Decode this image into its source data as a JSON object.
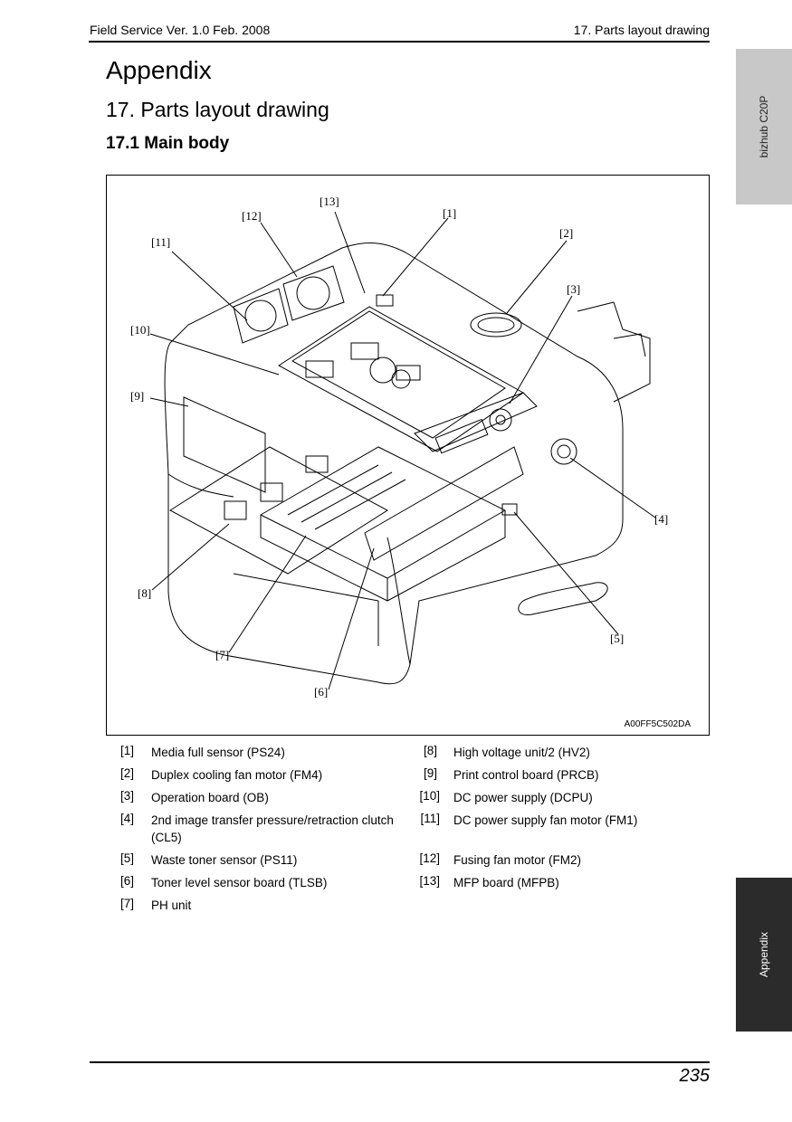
{
  "header": {
    "left": "Field Service Ver. 1.0 Feb. 2008",
    "right": "17. Parts layout drawing"
  },
  "side_tabs": {
    "top": "bizhub C20P",
    "bottom": "Appendix"
  },
  "headings": {
    "appendix": "Appendix",
    "section": "17.  Parts layout drawing",
    "subsection": "17.1    Main body"
  },
  "figure": {
    "code": "A00FF5C502DA",
    "callouts": [
      "[1]",
      "[2]",
      "[3]",
      "[4]",
      "[5]",
      "[6]",
      "[7]",
      "[8]",
      "[9]",
      "[10]",
      "[11]",
      "[12]",
      "[13]"
    ]
  },
  "legend": [
    {
      "num": "[1]",
      "text": "Media full sensor (PS24)"
    },
    {
      "num": "[2]",
      "text": "Duplex cooling fan motor (FM4)"
    },
    {
      "num": "[3]",
      "text": "Operation board (OB)"
    },
    {
      "num": "[4]",
      "text": "2nd image transfer pressure/retraction clutch (CL5)"
    },
    {
      "num": "[5]",
      "text": "Waste toner sensor (PS11)"
    },
    {
      "num": "[6]",
      "text": "Toner level sensor board (TLSB)"
    },
    {
      "num": "[7]",
      "text": "PH unit"
    },
    {
      "num": "[8]",
      "text": "High voltage unit/2 (HV2)"
    },
    {
      "num": "[9]",
      "text": "Print control board (PRCB)"
    },
    {
      "num": "[10]",
      "text": "DC power supply (DCPU)"
    },
    {
      "num": "[11]",
      "text": "DC power supply fan motor (FM1)"
    },
    {
      "num": "[12]",
      "text": "Fusing fan motor (FM2)"
    },
    {
      "num": "[13]",
      "text": "MFP board (MFPB)"
    }
  ],
  "footer": {
    "page_number": "235"
  }
}
